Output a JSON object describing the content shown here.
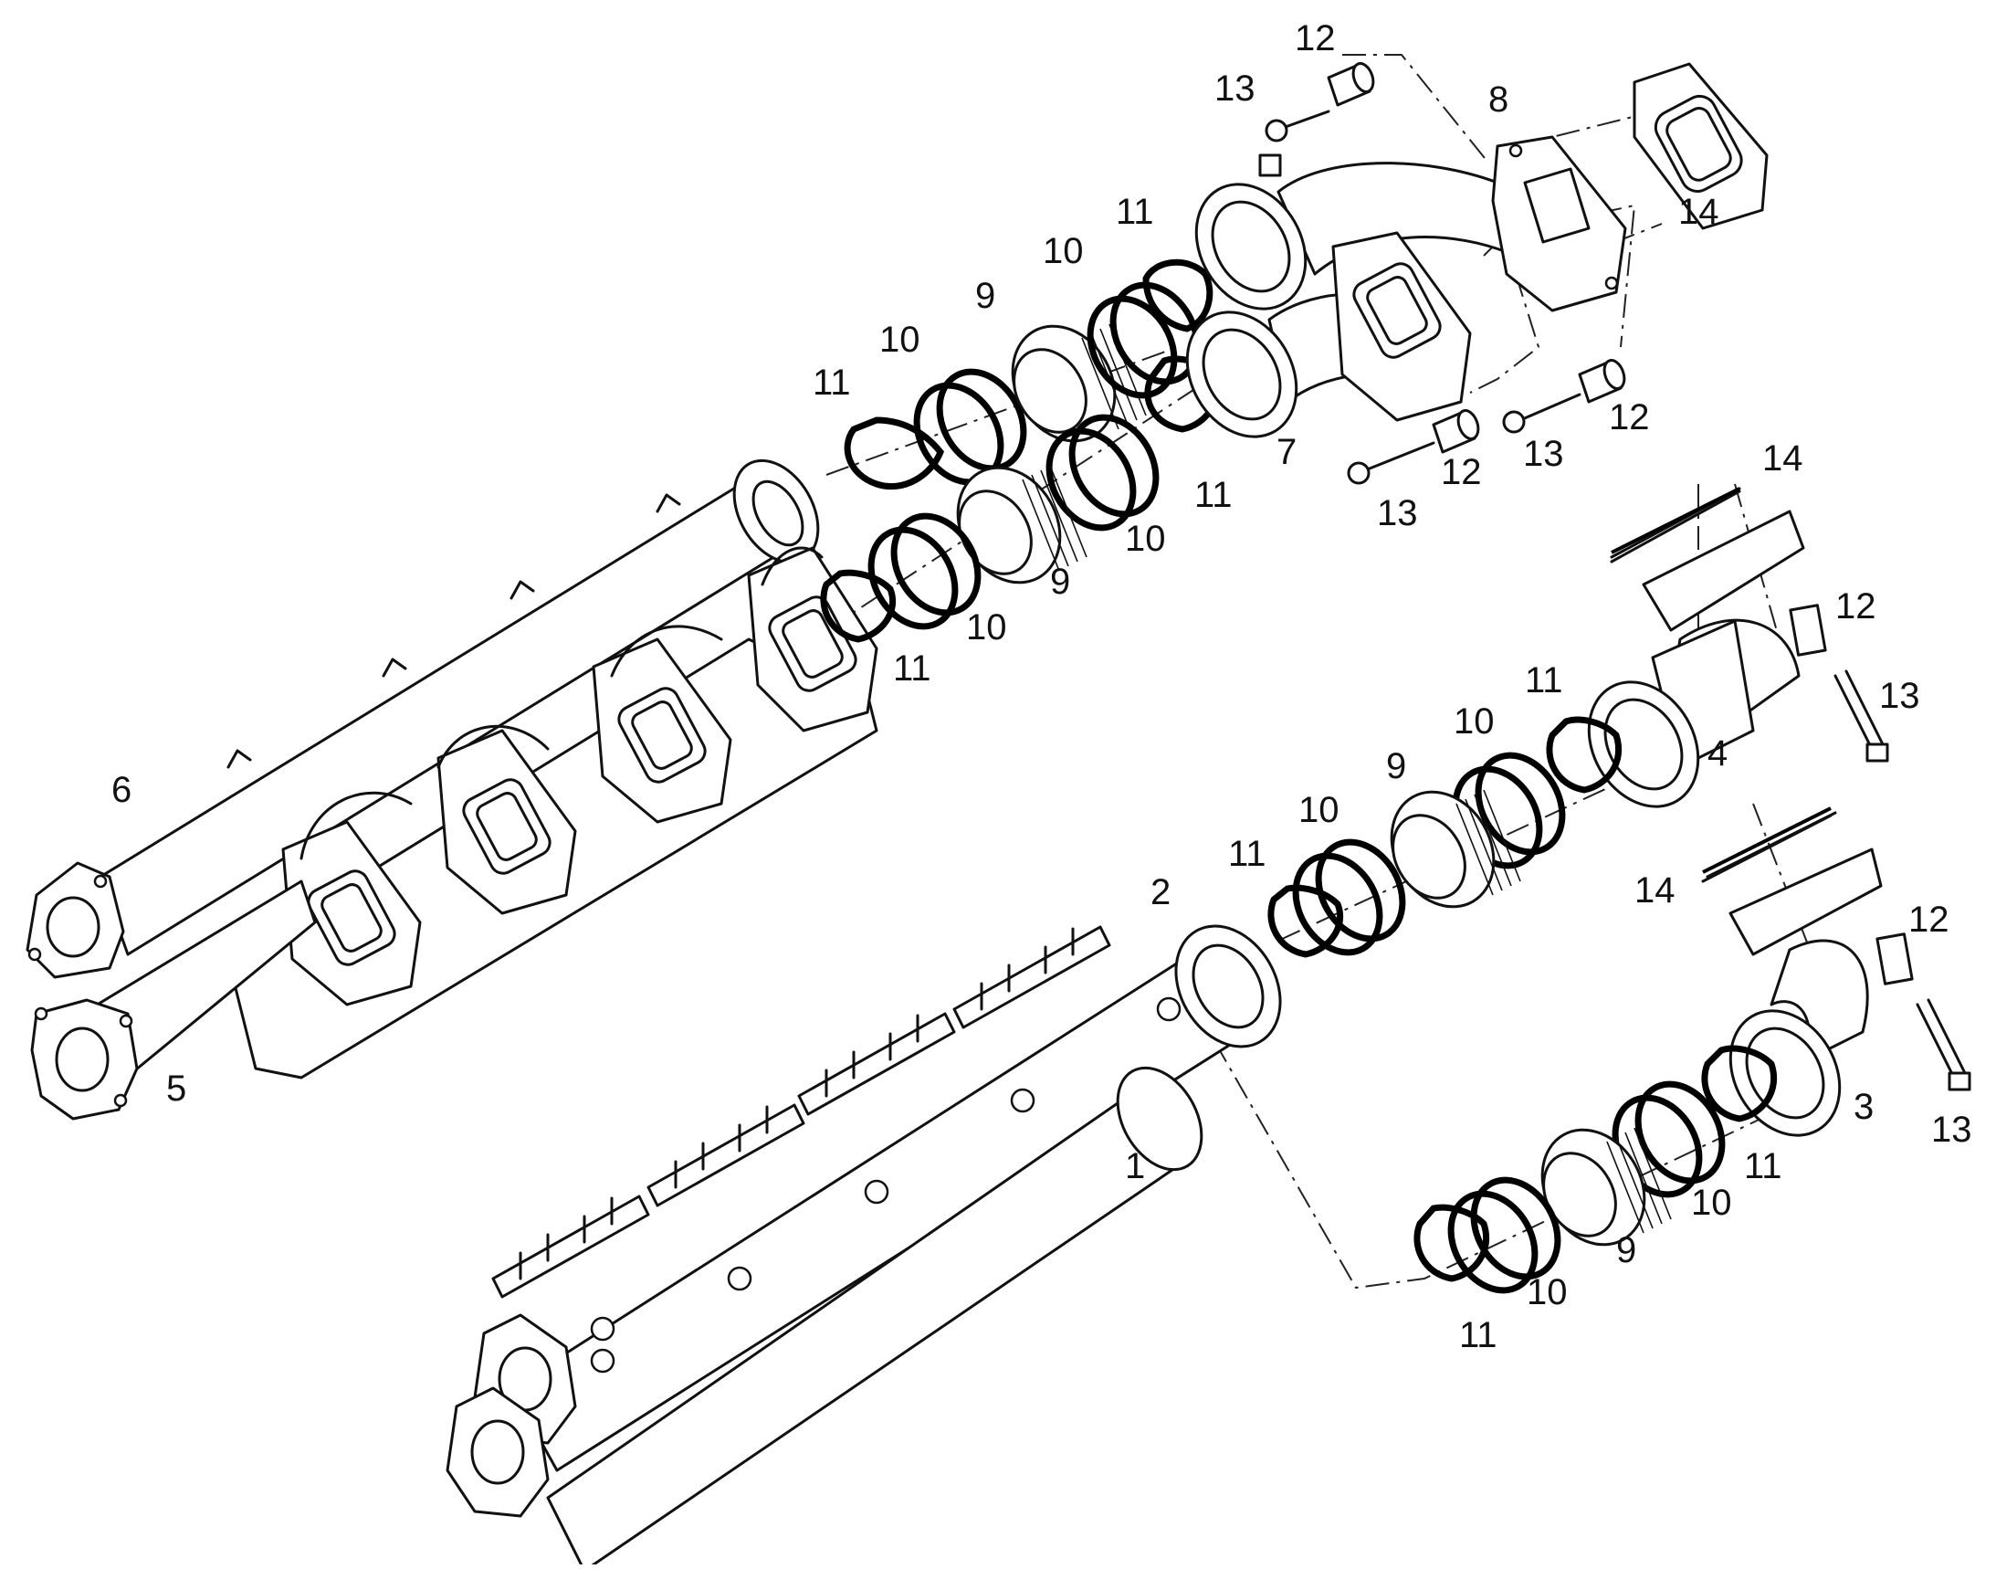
{
  "callouts": [
    {
      "id": "c12-top",
      "text": "12"
    },
    {
      "id": "c13-top",
      "text": "13"
    },
    {
      "id": "c8",
      "text": "8"
    },
    {
      "id": "c14-top",
      "text": "14"
    },
    {
      "id": "c11-a",
      "text": "11"
    },
    {
      "id": "c10-a",
      "text": "10"
    },
    {
      "id": "c9-a",
      "text": "9"
    },
    {
      "id": "c10-b",
      "text": "10"
    },
    {
      "id": "c11-b",
      "text": "11"
    },
    {
      "id": "c7",
      "text": "7"
    },
    {
      "id": "c12-mid1",
      "text": "12"
    },
    {
      "id": "c13-mid1",
      "text": "13"
    },
    {
      "id": "c12-mid2",
      "text": "12"
    },
    {
      "id": "c13-mid2",
      "text": "13"
    },
    {
      "id": "c11-c",
      "text": "11"
    },
    {
      "id": "c10-c",
      "text": "10"
    },
    {
      "id": "c9-b",
      "text": "9"
    },
    {
      "id": "c10-d",
      "text": "10"
    },
    {
      "id": "c11-d",
      "text": "11"
    },
    {
      "id": "c14-right",
      "text": "14"
    },
    {
      "id": "c12-right",
      "text": "12"
    },
    {
      "id": "c13-right",
      "text": "13"
    },
    {
      "id": "c11-e",
      "text": "11"
    },
    {
      "id": "c10-e",
      "text": "10"
    },
    {
      "id": "c9-c",
      "text": "9"
    },
    {
      "id": "c10-f",
      "text": "10"
    },
    {
      "id": "c11-f",
      "text": "11"
    },
    {
      "id": "c4",
      "text": "4"
    },
    {
      "id": "c6",
      "text": "6"
    },
    {
      "id": "c2",
      "text": "2"
    },
    {
      "id": "c14-low",
      "text": "14"
    },
    {
      "id": "c12-low",
      "text": "12"
    },
    {
      "id": "c5",
      "text": "5"
    },
    {
      "id": "c3",
      "text": "3"
    },
    {
      "id": "c13-low",
      "text": "13"
    },
    {
      "id": "c1",
      "text": "1"
    },
    {
      "id": "c11-g",
      "text": "11"
    },
    {
      "id": "c10-g",
      "text": "10"
    },
    {
      "id": "c9-d",
      "text": "9"
    },
    {
      "id": "c10-h",
      "text": "10"
    },
    {
      "id": "c11-h",
      "text": "11"
    }
  ]
}
